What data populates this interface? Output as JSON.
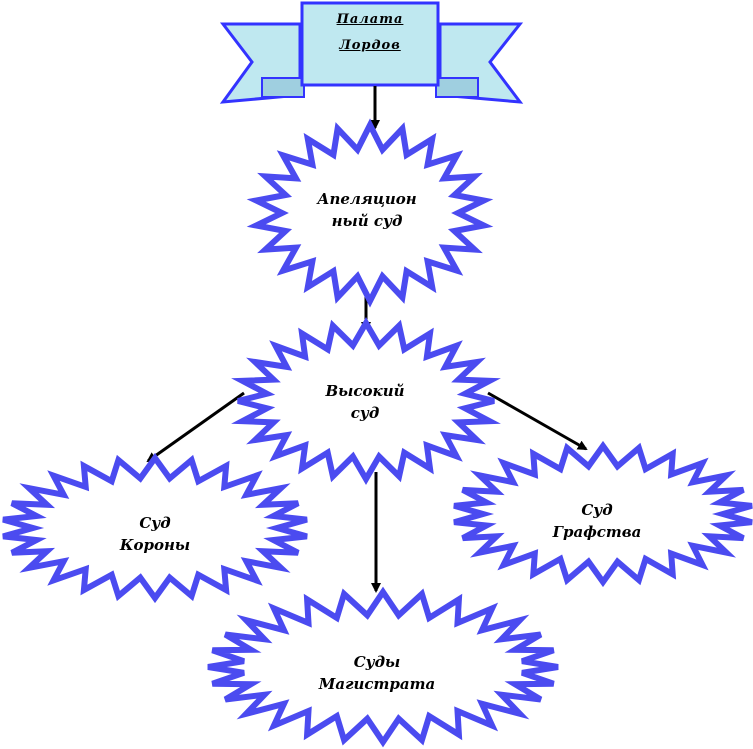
{
  "banner": {
    "line1": "Палата",
    "line2": "Лордов",
    "fill_color": "#bfe8f0",
    "border_color": "#3333ff"
  },
  "nodes": {
    "appeal": {
      "line1": "Апеляцион",
      "line2": "ный суд"
    },
    "high": {
      "line1": "Высокий",
      "line2": "суд"
    },
    "crown": {
      "line1": "Суд",
      "line2": "Короны"
    },
    "county": {
      "line1": "Суд",
      "line2": "Графства"
    },
    "magistrate": {
      "line1": "Суды",
      "line2": "Магистрата"
    }
  },
  "style": {
    "starburst_stroke": "#4b4bf0",
    "arrow_color": "#000000"
  }
}
